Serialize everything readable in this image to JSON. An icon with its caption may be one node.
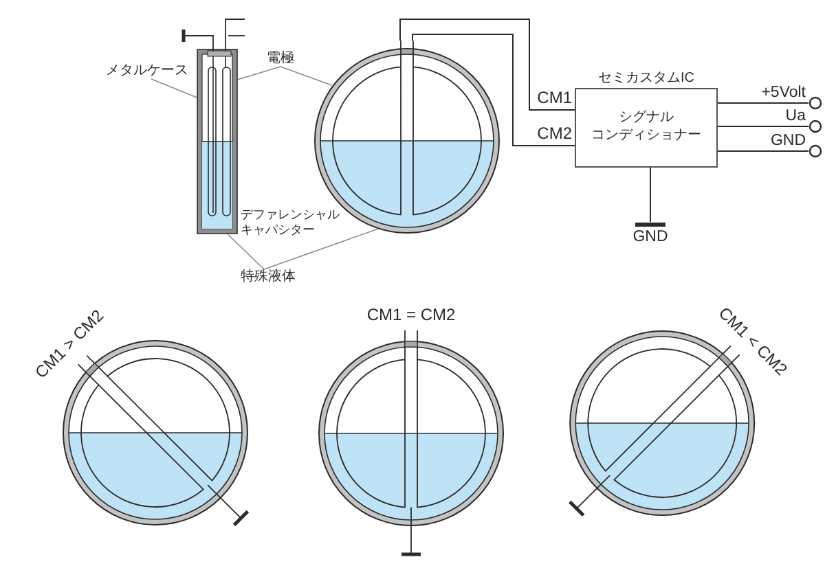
{
  "diagram": {
    "nodes": [
      {
        "text": [
          "メタルケース"
        ]
      },
      {
        "text": [],
        "shape": "picture"
      },
      {
        "text": [
          "電極"
        ]
      },
      {
        "text": [],
        "shape": "circle"
      },
      {
        "text": [],
        "shape": "semicircle",
        "in": 3
      },
      {
        "text": [],
        "shape": "semicircle",
        "in": 3
      },
      {
        "text": [],
        "shape": "semicircle",
        "in": 3
      },
      {
        "text": [
          "セミカスタムIC",
          "シグナルコンディショナー"
        ]
      },
      {
        "text": [],
        "shape": "circle"
      },
      {
        "text": [],
        "shape": "circle"
      },
      {
        "text": [],
        "shape": "circle"
      },
      {
        "text": [],
        "shape": "bar",
        "beside": [
          "GND"
        ]
      },
      {
        "text": [
          "特殊液体"
        ]
      },
      {
        "text": [],
        "shape": "circle",
        "beside": [
          "CM1 > CM2"
        ]
      },
      {
        "text": [],
        "shape": "circle",
        "beside": [
          "CM1 = CM2"
        ]
      },
      {
        "text": [],
        "shape": "circle",
        "beside": [
          "CM1 < CM2"
        ]
      }
    ],
    "edges": [
      {
        "from": 0,
        "to": 1,
        "arrow": "none",
        "color": "#8c8c8c"
      },
      {
        "from": 2,
        "to": 1,
        "arrow": "none",
        "color": "#8c8c8c"
      },
      {
        "from": 2,
        "to": 4,
        "arrow": "none",
        "color": "#8c8c8c"
      },
      {
        "from": 12,
        "to": 1,
        "arrow": "none",
        "color": "#8c8c8c"
      },
      {
        "from": 12,
        "to": 6,
        "arrow": "none",
        "color": "#8c8c8c"
      },
      {
        "from": 4,
        "to": 7,
        "arrow": "none",
        "label": "CM1"
      },
      {
        "from": 5,
        "to": 7,
        "arrow": "none",
        "label": "CM2"
      },
      {
        "from": 7,
        "to": 8,
        "arrow": "none",
        "label": "+5Volt"
      },
      {
        "from": 7,
        "to": 9,
        "arrow": "none",
        "label": "Ua"
      },
      {
        "from": 7,
        "to": 10,
        "arrow": "none",
        "label": "GND"
      },
      {
        "from": 7,
        "to": 11,
        "arrow": "none"
      }
    ],
    "labels": [
      "デファレンシャルキャパシター"
    ]
  }
}
